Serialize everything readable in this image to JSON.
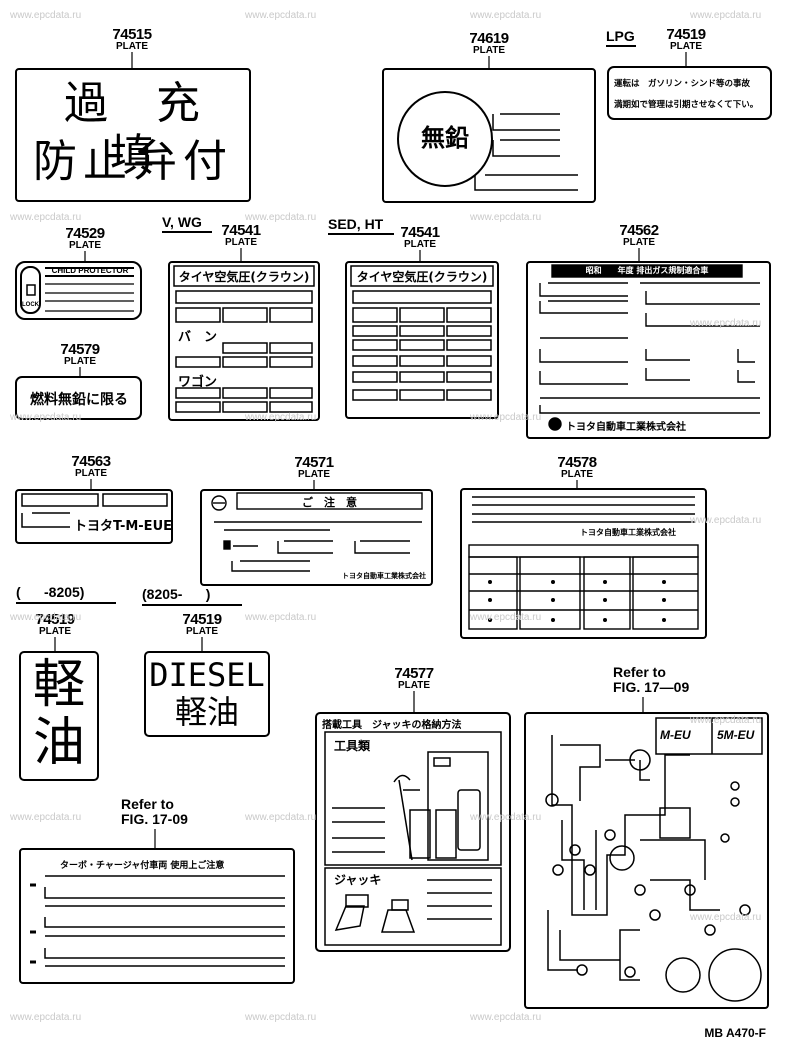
{
  "watermark": "www.epcdata.ru",
  "diagram_code": "MB  A470-F",
  "parts": [
    {
      "id": "p74515",
      "number": "74515",
      "label": "PLATE",
      "panel_text": [
        "過　充　填",
        "防止弁付"
      ]
    },
    {
      "id": "p74619",
      "number": "74619",
      "label": "PLATE",
      "panel_text": [
        "無鉛"
      ]
    },
    {
      "id": "p74519a",
      "number": "74519",
      "label": "PLATE",
      "qualifier": "LPG",
      "panel_text": [
        "運転は　ガソリン・シンド等の事故",
        "満期如で管理は引期させなくて下い。"
      ]
    },
    {
      "id": "p74529",
      "number": "74529",
      "label": "PLATE",
      "qualifier": "",
      "panel_text": [
        "CHILD PROTECTOR",
        "LOCK"
      ]
    },
    {
      "id": "p74541a",
      "number": "74541",
      "label": "PLATE",
      "qualifier": "V, WG",
      "panel_text": [
        "タイヤ空気圧(クラウン)",
        "バ　ン",
        "ワゴン"
      ]
    },
    {
      "id": "p74541b",
      "number": "74541",
      "label": "PLATE",
      "qualifier": "SED, HT",
      "panel_text": [
        "タイヤ空気圧(クラウン)"
      ]
    },
    {
      "id": "p74562",
      "number": "74562",
      "label": "PLATE",
      "panel_text": [
        "昭和　　年度 排出ガス規制適合車",
        "トヨタ自動車工業株式会社"
      ]
    },
    {
      "id": "p74579",
      "number": "74579",
      "label": "PLATE",
      "panel_text": [
        "燃料無鉛に限る"
      ]
    },
    {
      "id": "p74563",
      "number": "74563",
      "label": "PLATE",
      "panel_text": [
        "トヨタT-M-EUE"
      ]
    },
    {
      "id": "p74571",
      "number": "74571",
      "label": "PLATE",
      "panel_text": [
        "ご　注　意",
        "トヨタ自動車工業株式会社"
      ]
    },
    {
      "id": "p74578",
      "number": "74578",
      "label": "PLATE",
      "panel_text": [
        "トヨタ自動車工業株式会社"
      ]
    },
    {
      "id": "p74519b",
      "number": "74519",
      "label": "PLATE",
      "qualifier": "(      -8205)",
      "panel_text": [
        "軽",
        "油"
      ]
    },
    {
      "id": "p74519c",
      "number": "74519",
      "label": "PLATE",
      "qualifier": "(8205-      )",
      "panel_text": [
        "DIESEL",
        "軽油"
      ]
    },
    {
      "id": "p74577",
      "number": "74577",
      "label": "PLATE",
      "panel_text": [
        "搭載工具　ジャッキの格納方法",
        "工具類",
        "ジャッキ"
      ]
    }
  ],
  "refs": [
    {
      "id": "ref1",
      "line1": "Refer to",
      "line2": "FIG. 17-09"
    },
    {
      "id": "ref2",
      "line1": "Refer to",
      "line2": "FIG. 17—09"
    }
  ],
  "turbo_label": {
    "title": "ターボ・チャージャ付車両 使用上ご注意"
  },
  "vacuum_label": {
    "codes": [
      "M-EU",
      "5M-EU"
    ]
  }
}
